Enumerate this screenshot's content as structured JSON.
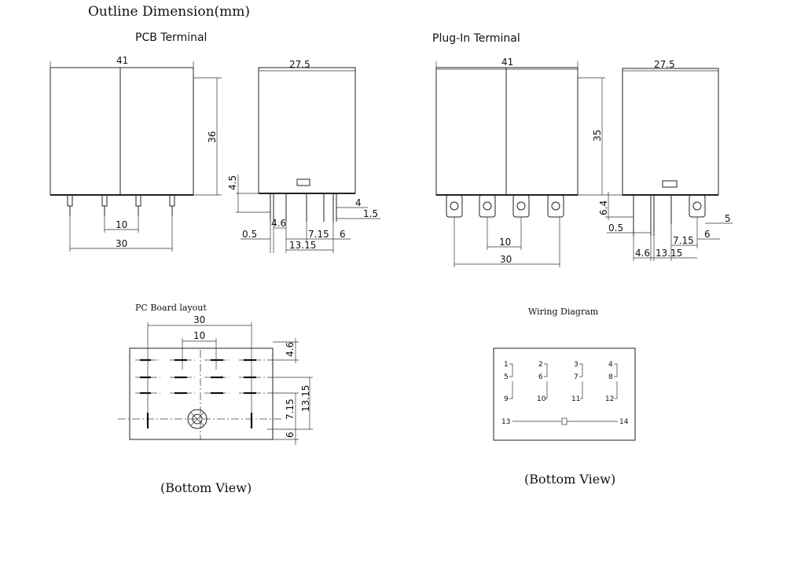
{
  "header": {
    "title": "Outline Dimension(mm)"
  },
  "pcb_terminal": {
    "title": "PCB Terminal",
    "front": {
      "width_label": "41",
      "height_label": "36",
      "pin_spacing_label": "10",
      "outer_spacing_label": "30"
    },
    "side": {
      "width_label": "27.5",
      "dim_4_5": "4.5",
      "dim_4": "4",
      "dim_1_5": "1.5",
      "dim_0_5": "0.5",
      "dim_4_6": "4.6",
      "dim_7_15": "7.15",
      "dim_6": "6",
      "dim_13_15": "13.15"
    }
  },
  "plugin_terminal": {
    "title": "Plug-In Terminal",
    "front": {
      "width_label": "41",
      "height_label": "35",
      "pin_spacing_label": "10",
      "outer_spacing_label": "30"
    },
    "side": {
      "width_label": "27.5",
      "dim_6_4": "6.4",
      "dim_5": "5",
      "dim_0_5": "0.5",
      "dim_7_15": "7.15",
      "dim_6": "6",
      "dim_4_6": "4.6",
      "dim_13_15": "13.15"
    }
  },
  "pcb_layout": {
    "title": "PC Board layout",
    "dim_30": "30",
    "dim_10": "10",
    "dim_4_6": "4.6",
    "dim_13_15": "13.15",
    "dim_7_15": "7.15",
    "dim_6": "6",
    "caption": "(Bottom View)"
  },
  "wiring": {
    "title": "Wiring Diagram",
    "pins": {
      "p1": "1",
      "p2": "2",
      "p3": "3",
      "p4": "4",
      "p5": "5",
      "p6": "6",
      "p7": "7",
      "p8": "8",
      "p9": "9",
      "p10": "10",
      "p11": "11",
      "p12": "12",
      "p13": "13",
      "p14": "14"
    },
    "caption": "(Bottom View)"
  }
}
